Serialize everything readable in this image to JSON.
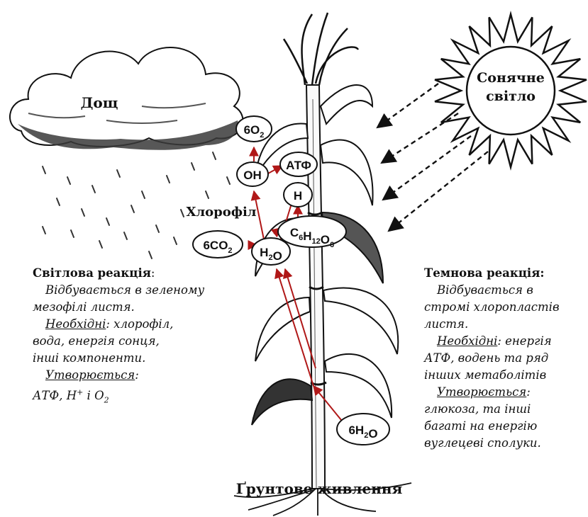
{
  "labels": {
    "rain": "Дощ",
    "sunlight_line1": "Сонячне",
    "sunlight_line2": "світло",
    "chlorophyll": "Хлорофіл",
    "soil_nutrition": "Ґрунтове живлення"
  },
  "molecules": {
    "o2": "6O2",
    "oh": "OH",
    "atp": "АТФ",
    "h": "H",
    "glucose": "C6H12O6",
    "co2": "6CO2",
    "h2o": "H2O",
    "h2o_root": "6H2O"
  },
  "light_reaction": {
    "title": "Світлова реакція",
    "title_suffix": ":",
    "line1": "Відбувається в зеленому",
    "line2": "мезофілі листя.",
    "needed_label": "Необхідні",
    "needed_rest": ": хлорофіл,",
    "line4": "вода, енергія сонця,",
    "line5": "інші компоненти.",
    "formed_label": "Утворюється",
    "formed_rest": ":",
    "products": "АТФ, H+ і O2"
  },
  "dark_reaction": {
    "title": "Темнова реакція:",
    "line1": "Відбувається в",
    "line2": "стромі хлоропластів",
    "line3": "листя.",
    "needed_label": "Необхідні",
    "needed_rest": ": енергія",
    "line5": "АТФ, водень та ряд",
    "line6": "інших метаболітів",
    "formed_label": "Утворюється",
    "formed_rest": ":",
    "line8": "глюкоза, та інші",
    "line9": "багаті на енергію",
    "line10": "вуглецеві сполуки."
  },
  "colors": {
    "arrow": "#b01818",
    "ink": "#111111",
    "cloud_dark": "#3a3a3a"
  }
}
